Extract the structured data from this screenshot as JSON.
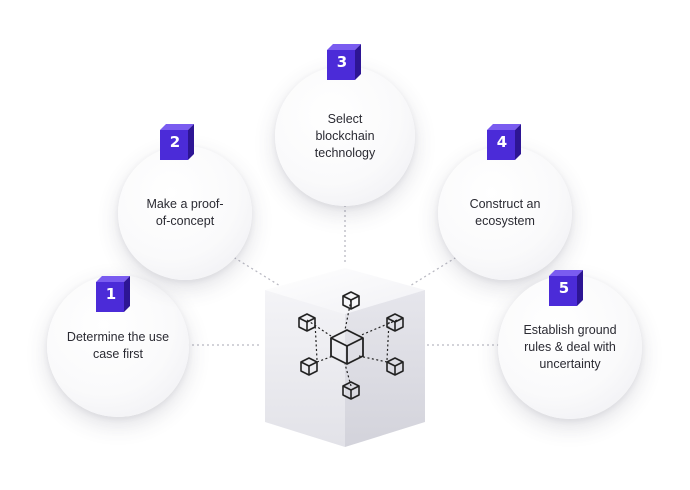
{
  "colors": {
    "badge_front": "#4b2bd8",
    "badge_top": "#7a5cf0",
    "badge_side": "#2d1594",
    "text": "#2b2b33",
    "connector": "#b9b9c2",
    "icon_stroke": "#222222"
  },
  "steps": [
    {
      "number": "1",
      "label": "Determine the use case first"
    },
    {
      "number": "2",
      "label": "Make a proof-of-concept"
    },
    {
      "number": "3",
      "label": "Select blockchain technology"
    },
    {
      "number": "4",
      "label": "Construct an ecosystem"
    },
    {
      "number": "5",
      "label": "Establish ground rules & deal with uncertainty"
    }
  ],
  "center": {
    "icon": "blockchain-network-icon"
  }
}
